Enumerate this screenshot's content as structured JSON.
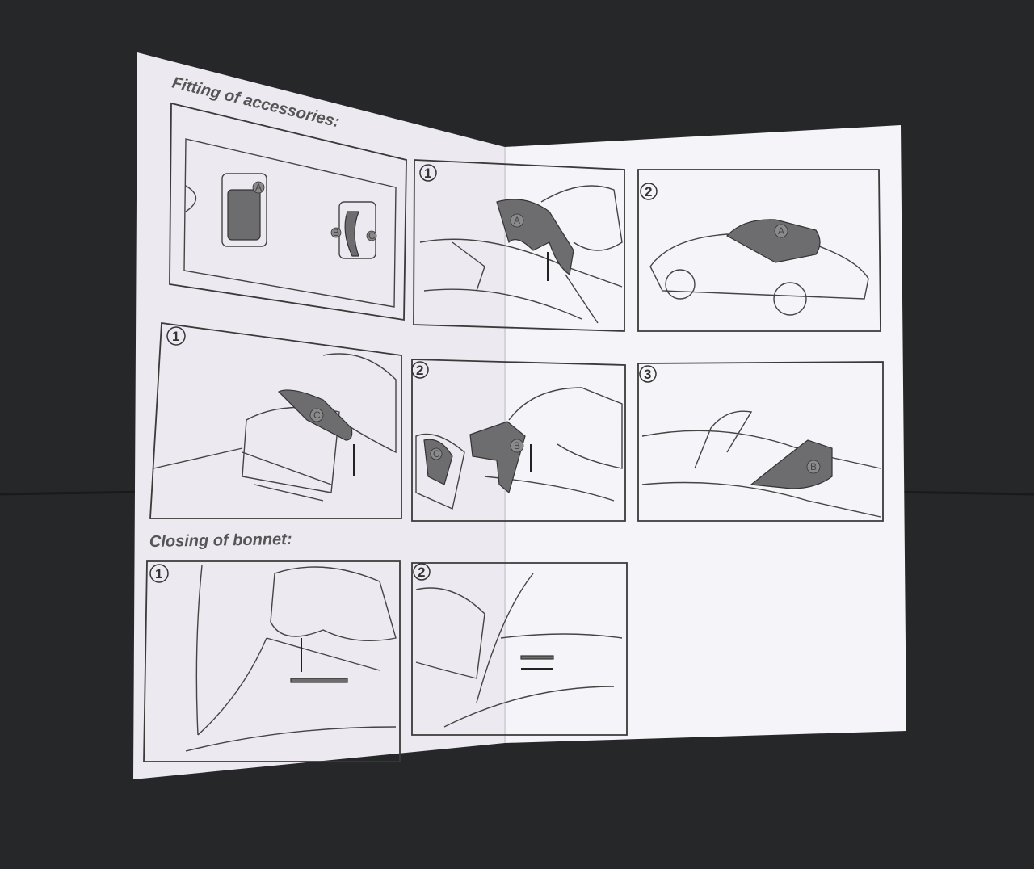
{
  "leaflet": {
    "section_fitting": "Fitting of accessories:",
    "section_closing": "Closing of bonnet:",
    "fitting_row1": [
      {
        "step": "",
        "parts": [
          "A",
          "B",
          "C"
        ]
      },
      {
        "step": "1",
        "parts": [
          "A"
        ]
      },
      {
        "step": "2",
        "parts": [
          "A"
        ]
      }
    ],
    "fitting_row2": [
      {
        "step": "1",
        "parts": [
          "C"
        ]
      },
      {
        "step": "2",
        "parts": [
          "C",
          "B"
        ]
      },
      {
        "step": "3",
        "parts": [
          "B"
        ]
      }
    ],
    "closing": [
      {
        "step": "1"
      },
      {
        "step": "2"
      }
    ]
  },
  "colors": {
    "background": "#262729",
    "paper": "#f3f2f6",
    "ink": "#3a3a3a",
    "part_fill": "#6d6d70"
  }
}
